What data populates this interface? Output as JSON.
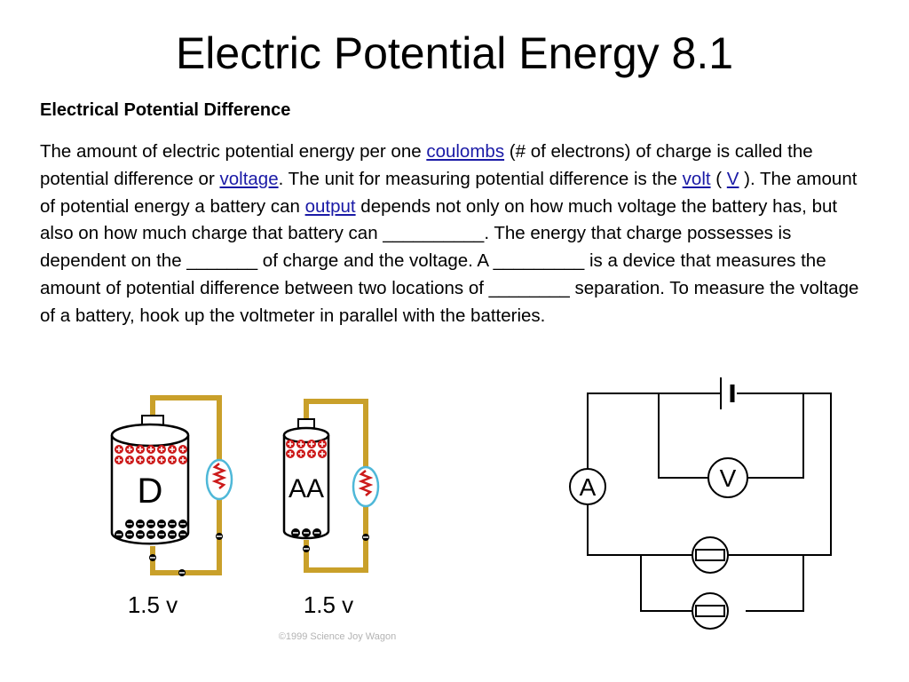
{
  "slide": {
    "title": "Electric Potential Energy 8.1",
    "subheading": "Electrical Potential Difference",
    "paragraph": {
      "t1": "The amount of electric potential energy per one ",
      "link_coulombs": "coulombs",
      "t2": " (# of electrons) of charge is called the potential difference or ",
      "link_voltage": "voltage",
      "t3": ". The unit for measuring potential difference is the ",
      "link_volt": "volt",
      "t4": " ( ",
      "link_V": "V",
      "t5": " ). The amount of potential energy a battery can ",
      "link_output": "output",
      "t6": " depends not only on how much voltage the battery has, but also on how much charge that battery can __________. The energy that charge possesses is dependent on the _______ of charge and the voltage. A _________ is a device that measures the amount of potential difference between two locations of ________ separation. To measure the voltage of a battery, hook up the voltmeter in parallel with the batteries."
    },
    "link_color": "#1a1aa6"
  },
  "battery_figure": {
    "d_cell": {
      "label": "D",
      "voltage_label": "1.5 v"
    },
    "aa_cell": {
      "label": "AA",
      "voltage_label": "1.5 v"
    },
    "copyright": "©1999 Science Joy Wagon",
    "wire_color": "#c9a02a",
    "positive_charge_color": "#cc1a1a",
    "negative_charge_color": "#000000"
  },
  "circuit_diagram": {
    "ammeter_letter": "A",
    "voltmeter_letter": "V"
  }
}
